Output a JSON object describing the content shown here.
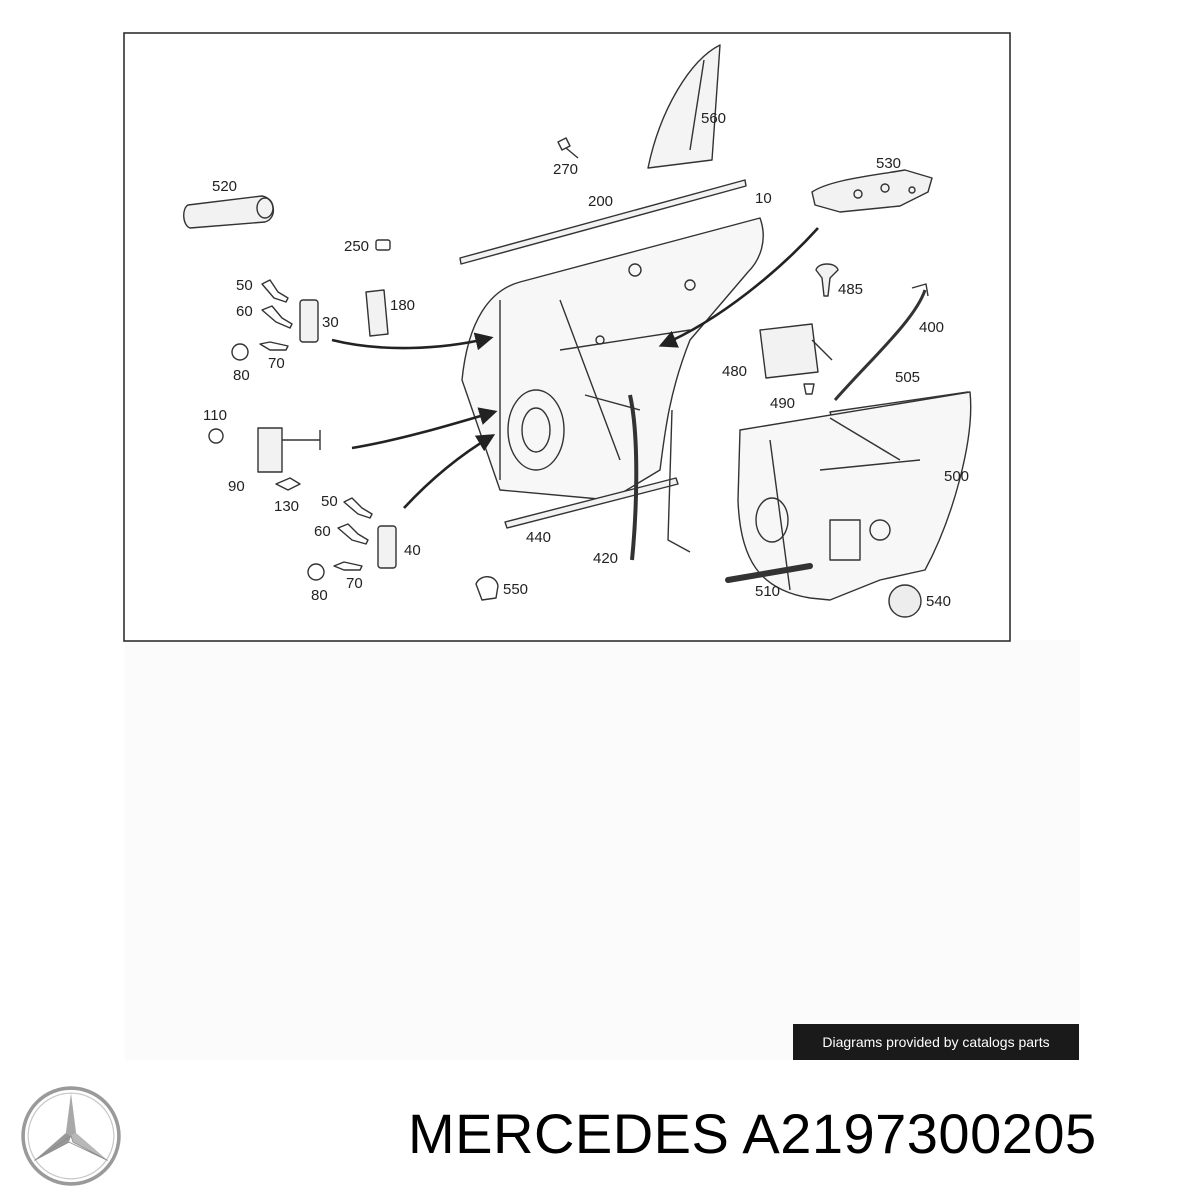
{
  "diagram": {
    "labels": {
      "l560": "560",
      "l270": "270",
      "l530": "530",
      "l520": "520",
      "l200": "200",
      "l10": "10",
      "l250": "250",
      "l485": "485",
      "l50a": "50",
      "l180": "180",
      "l60a": "60",
      "l30": "30",
      "l400": "400",
      "l80a": "80",
      "l70a": "70",
      "l480": "480",
      "l505": "505",
      "l490": "490",
      "l110": "110",
      "l500": "500",
      "l90": "90",
      "l130": "130",
      "l50b": "50",
      "l440": "440",
      "l60b": "60",
      "l40": "40",
      "l420": "420",
      "l80b": "80",
      "l70b": "70",
      "l550": "550",
      "l510": "510",
      "l540": "540"
    }
  },
  "footer": {
    "credit": "Diagrams provided by catalogs parts",
    "title": "MERCEDES A2197300205"
  },
  "colors": {
    "badge_bg": "#1a1a1a",
    "line": "#333333"
  },
  "icons": {
    "logo": "mercedes-star-logo"
  }
}
